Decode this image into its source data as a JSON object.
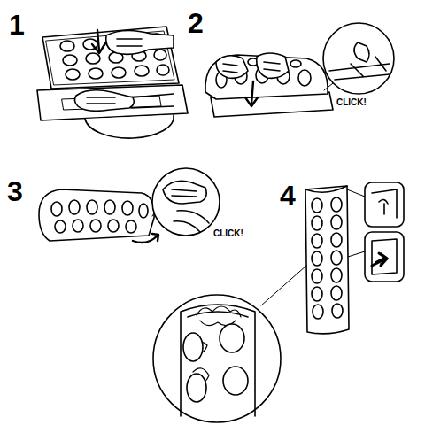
{
  "diagram": {
    "labels": [
      "1",
      "2",
      "CLICK!",
      "3",
      "CLICK!",
      "4"
    ]
  }
}
